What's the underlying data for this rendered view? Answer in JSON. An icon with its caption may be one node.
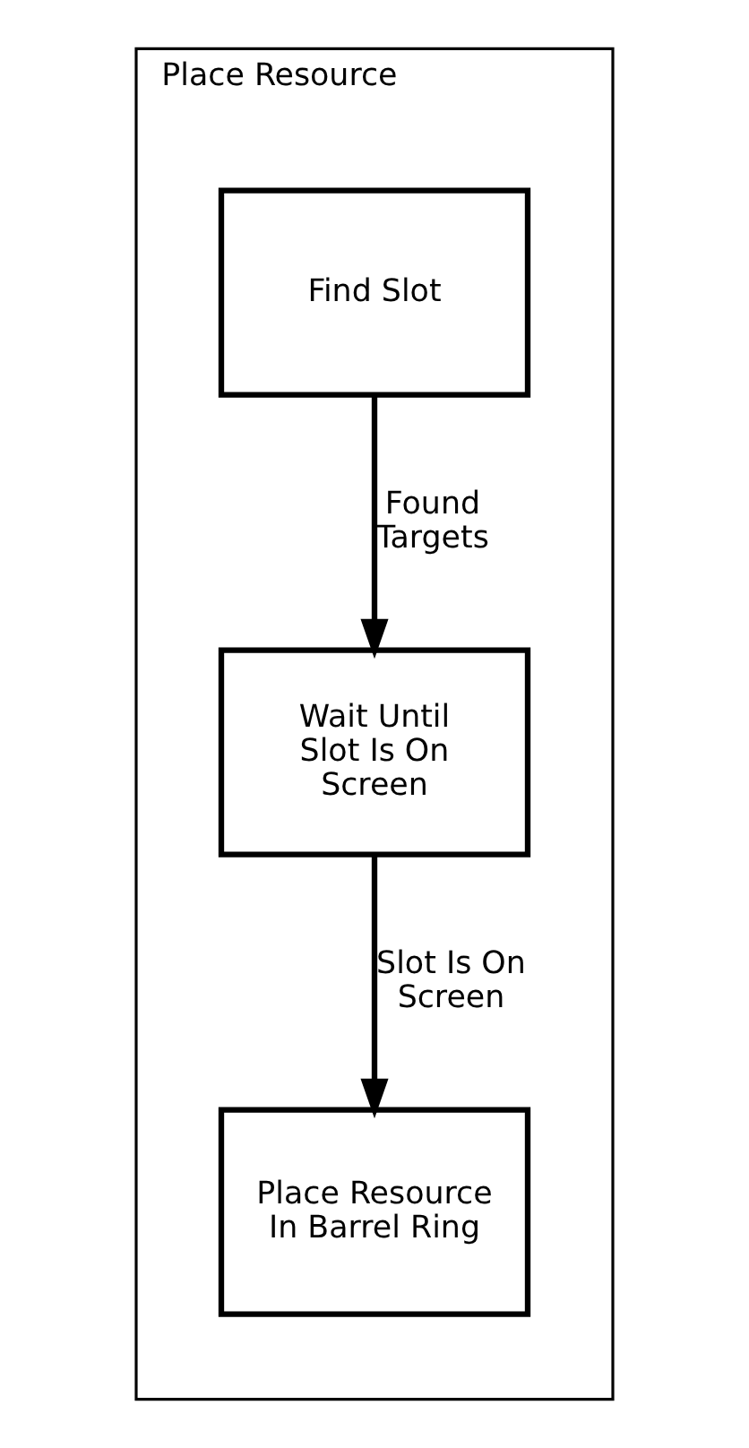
{
  "diagram": {
    "nodes": [
      {
        "text": [
          "Place Resource"
        ]
      },
      {
        "text": [
          "Find Slot"
        ],
        "in": 0
      },
      {
        "text": [
          "Wait Until Slot Is On Screen"
        ],
        "in": 0
      },
      {
        "text": [
          "Place Resource In Barrel Ring"
        ],
        "in": 0
      }
    ],
    "edges": [
      {
        "from": 1,
        "to": 2,
        "arrow": "to",
        "label": "Found Targets"
      },
      {
        "from": 2,
        "to": 3,
        "arrow": "to",
        "label": "Slot Is On Screen"
      }
    ]
  }
}
